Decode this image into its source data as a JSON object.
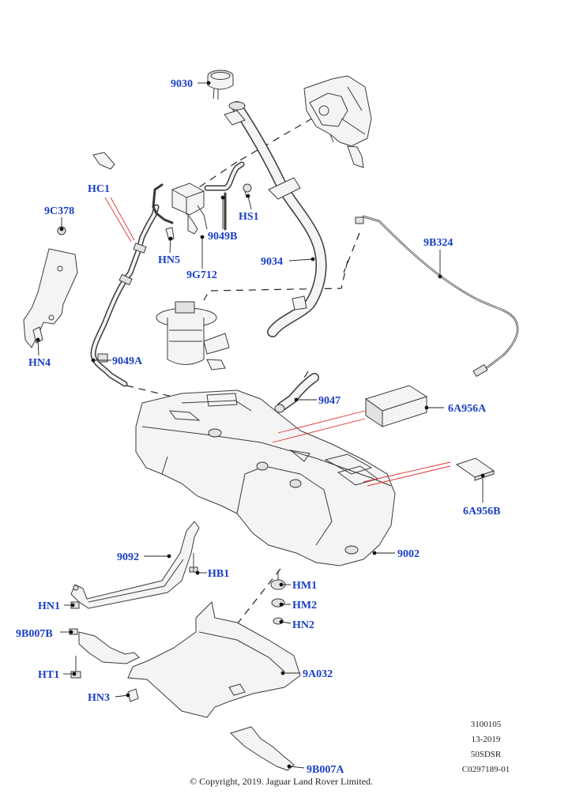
{
  "labels": {
    "l9030": "9030",
    "lHC1": "HC1",
    "l9C378": "9C378",
    "lHS1": "HS1",
    "l9049B": "9049B",
    "lHN5": "HN5",
    "l9G712": "9G712",
    "l9034": "9034",
    "l9B324": "9B324",
    "lHN4": "HN4",
    "l9049A": "9049A",
    "l9047": "9047",
    "l6A956A": "6A956A",
    "l6A956B": "6A956B",
    "l9092": "9092",
    "lHB1": "HB1",
    "l9002": "9002",
    "lHN1": "HN1",
    "lHM1": "HM1",
    "lHM2": "HM2",
    "l9B007B": "9B007B",
    "lHN2": "HN2",
    "lHT1": "HT1",
    "l9A032": "9A032",
    "lHN3": "HN3",
    "l9B007A": "9B007A"
  },
  "meta": {
    "ref1": "3100105",
    "ref2": "13-2019",
    "ref3": "50SDSR",
    "ref4": "C0297189-01"
  },
  "copyright": "© Copyright, 2019. Jaguar Land Rover Limited."
}
